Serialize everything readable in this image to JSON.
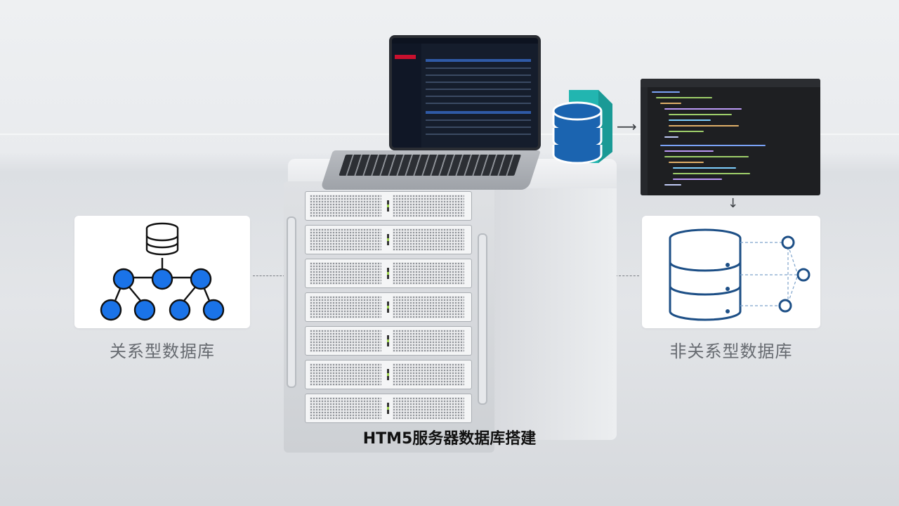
{
  "labels": {
    "relational": "关系型数据库",
    "non_relational": "非关系型数据库",
    "title": "HTM5服务器数据库搭建"
  },
  "colors": {
    "node_blue": "#1a73e8",
    "db_blue": "#1b64b0",
    "db_teal": "#22b5b0",
    "nosql_stroke": "#1d4f86",
    "caption_gray": "#666a70"
  },
  "icons": {
    "relational": "database-tree-icon",
    "non_relational": "database-nodes-icon",
    "flow": "database-stack-icon"
  }
}
